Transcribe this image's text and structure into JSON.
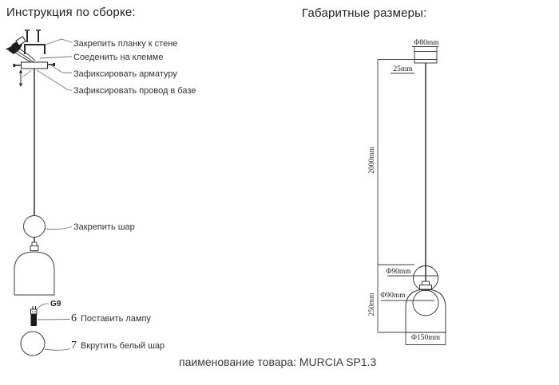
{
  "left_panel": {
    "title": "Инструкция по сборке:",
    "bulb_type": "G9",
    "steps": [
      {
        "label": "Закрепить планку к стене"
      },
      {
        "label": "Соеденить на клемме"
      },
      {
        "label": "Зафиксировать арматуру"
      },
      {
        "label": "Зафиксировать провод в базе"
      },
      {
        "label": "Закрепить шар"
      },
      {
        "num": "6",
        "label": "Поставить лампу"
      },
      {
        "num": "7",
        "label": "Вкрутить белый шар"
      }
    ]
  },
  "right_panel": {
    "title": "Габаритные размеры:",
    "dims": {
      "canopy_diameter": "Φ80mm",
      "canopy_height": "25mm",
      "cord_length": "2000mm",
      "lamp_section_height": "250mm",
      "top_ball_diameter": "Φ90mm",
      "inner_ball_diameter": "Φ90mm",
      "shade_diameter": "Φ150mm"
    }
  },
  "footer": {
    "product_name": "паименование товара: MURCIA SP1.3"
  },
  "colors": {
    "ink": "#2e2e2e",
    "drawing_line": "#3d3d3d",
    "leader_line": "#7a7a7a"
  }
}
